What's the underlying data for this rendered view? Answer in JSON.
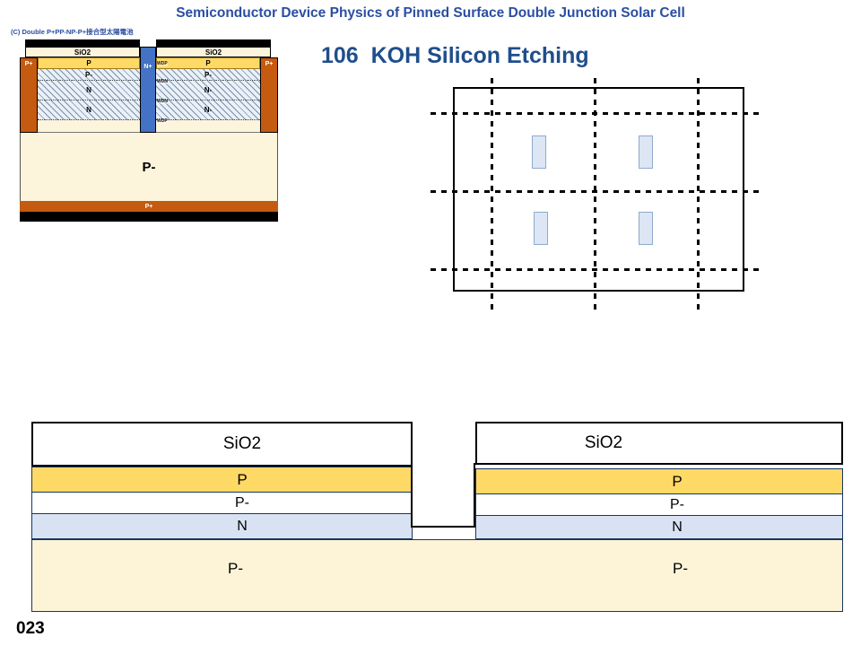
{
  "slide": {
    "title": "Semiconductor Device Physics of Pinned Surface Double Junction Solar Cell",
    "heading": "106  KOH Silicon Etching",
    "page_number": "023"
  },
  "colors": {
    "title_blue": "#2B4EA2",
    "heading_blue": "#1F4E8C",
    "p_gold": "#FFD966",
    "n_light_blue": "#D9E2F3",
    "substrate_cream": "#FDF4D8",
    "p_plus_brown": "#C55A11",
    "n_plus_blue": "#4472C4",
    "outline_navy": "#17365D",
    "contact_black": "#000000"
  },
  "inset": {
    "caption": "(C) Double P+PP-NP-P+接合型太陽電池",
    "sio2_left": "SiO2",
    "sio2_right": "SiO2",
    "p_plus_left": "P+",
    "p_plus_right": "P+",
    "n_plus": "N+",
    "left_layers": [
      "P",
      "P-",
      "N",
      "N"
    ],
    "right_layers": [
      "P",
      "P-",
      "N-",
      "N-"
    ],
    "width_labels": [
      "WDP",
      "WDN",
      "WDN",
      "WDP"
    ],
    "substrate_label": "P-",
    "back_contact_label": "P+"
  },
  "cross_section": {
    "sio2_left": "SiO2",
    "sio2_right": "SiO2",
    "p_left": "P",
    "p_right": "P",
    "p_minus_left": "P-",
    "p_minus_right": "P-",
    "n_left": "N",
    "n_right": "N",
    "substrate_left": "P-",
    "substrate_right": "P-"
  }
}
